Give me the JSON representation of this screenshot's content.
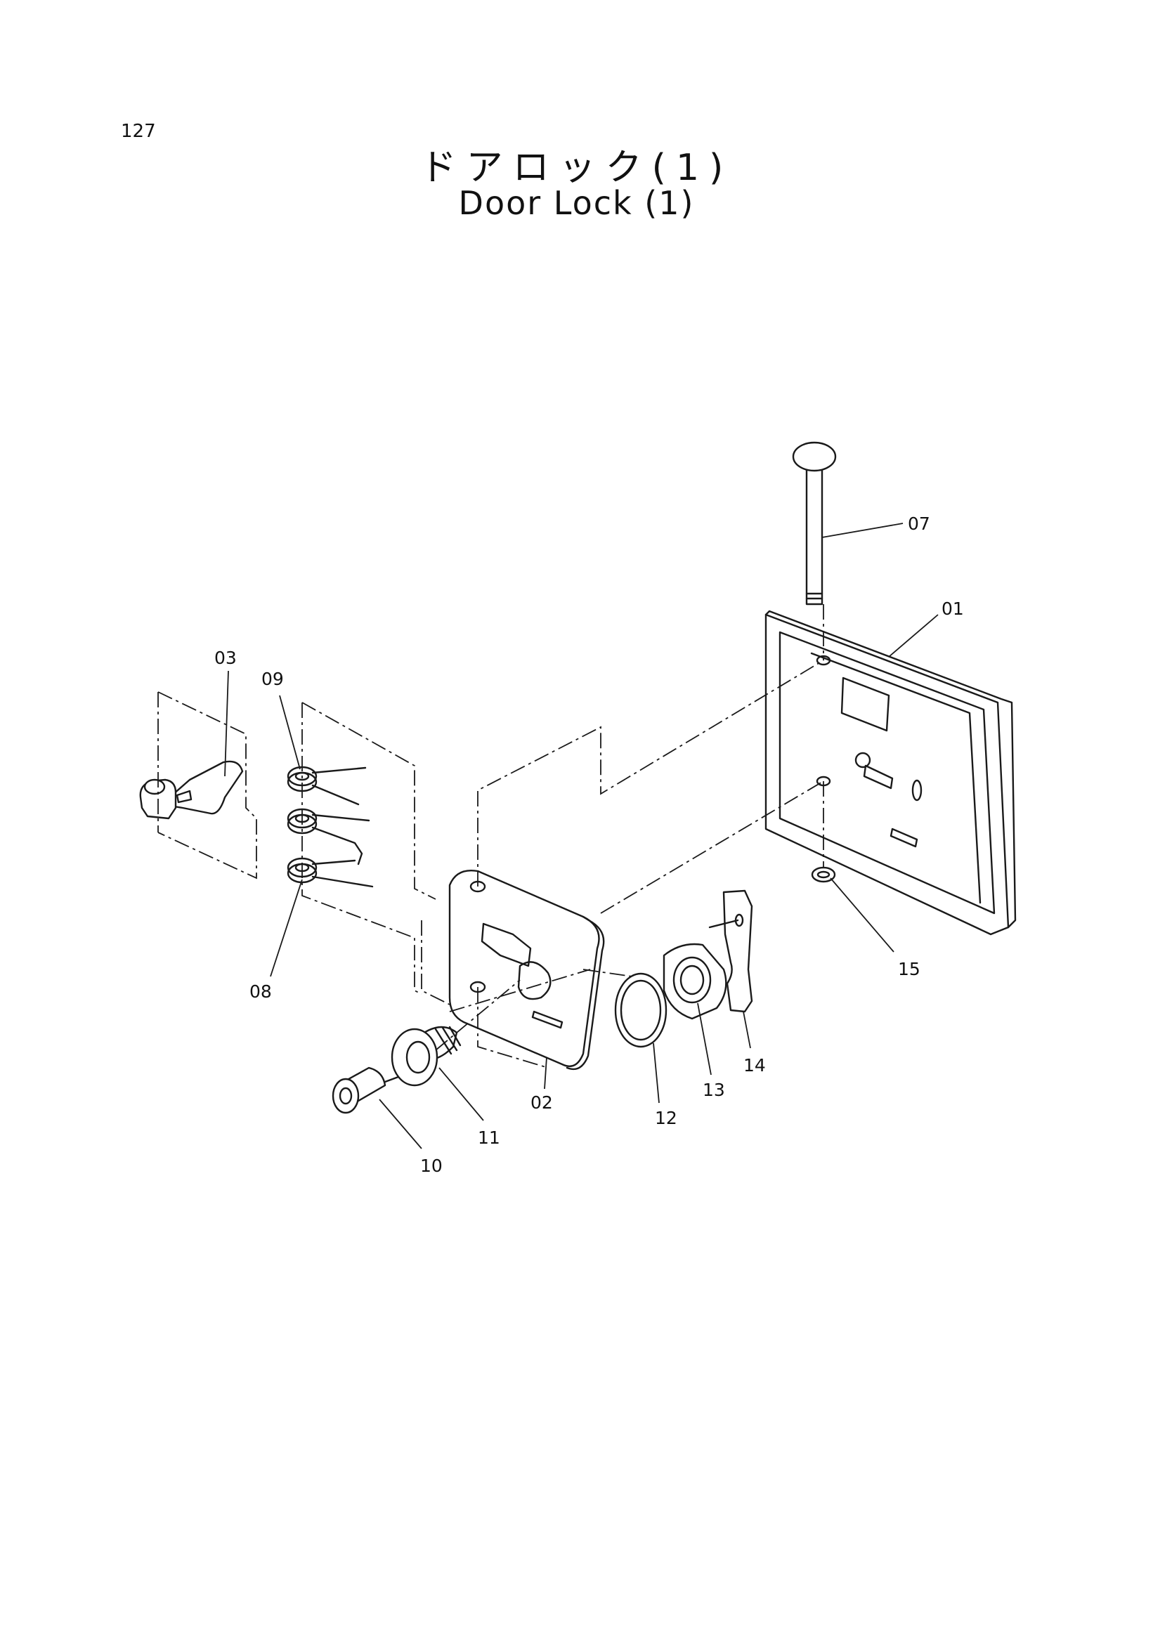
{
  "page": {
    "number": "127"
  },
  "title": {
    "japanese": "ドアロック(1)",
    "english": "Door Lock (1)"
  },
  "callouts": {
    "c01": "01",
    "c02": "02",
    "c03": "03",
    "c07": "07",
    "c08": "08",
    "c09": "09",
    "c10": "10",
    "c11": "11",
    "c12": "12",
    "c13": "13",
    "c14": "14",
    "c15": "15"
  }
}
